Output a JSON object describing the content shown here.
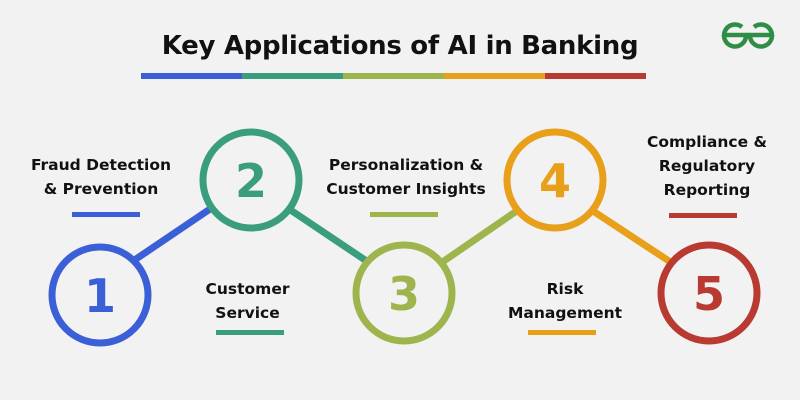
{
  "title": "Key Applications of AI in Banking",
  "logo": {
    "icon": "geeksforgeeks-logo-icon",
    "color": "#2f8d46"
  },
  "colors": {
    "background": "#f2f2f2",
    "blue": "#3b5fd6",
    "teal": "#3a9e7e",
    "olive": "#9eb54e",
    "orange": "#e89f1a",
    "red": "#b83a30"
  },
  "steps": [
    {
      "number": "1",
      "label_line1": "Fraud Detection",
      "label_line2": "& Prevention",
      "label_line3": "",
      "color": "#3b5fd6"
    },
    {
      "number": "2",
      "label_line1": "Customer",
      "label_line2": "Service",
      "label_line3": "",
      "color": "#3a9e7e"
    },
    {
      "number": "3",
      "label_line1": "Personalization &",
      "label_line2": "Customer Insights",
      "label_line3": "",
      "color": "#9eb54e"
    },
    {
      "number": "4",
      "label_line1": "Risk",
      "label_line2": "Management",
      "label_line3": "",
      "color": "#e89f1a"
    },
    {
      "number": "5",
      "label_line1": "Compliance &",
      "label_line2": "Regulatory",
      "label_line3": "Reporting",
      "color": "#b83a30"
    }
  ]
}
